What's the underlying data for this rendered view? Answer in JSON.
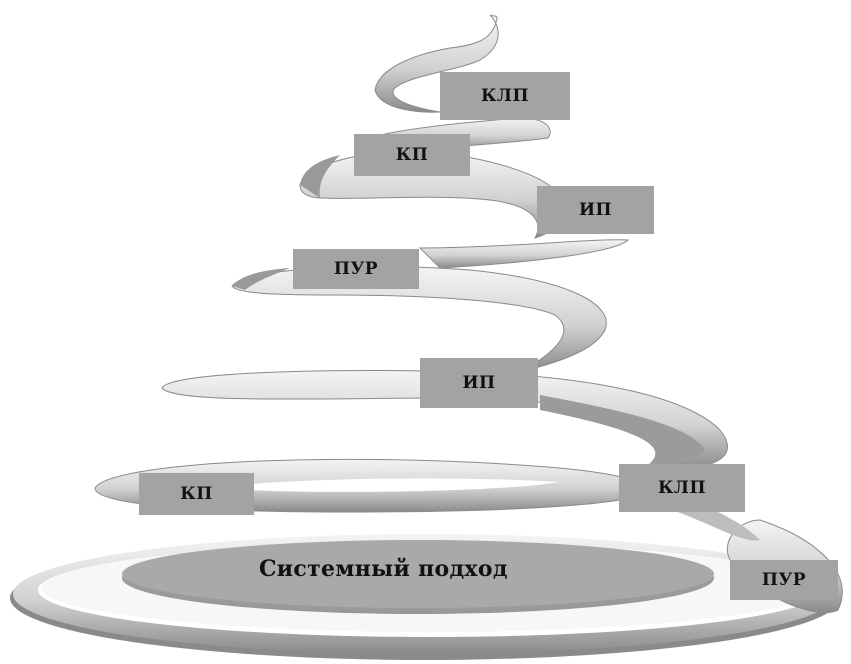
{
  "diagram": {
    "base_label": "Системный подход",
    "labels": [
      "КЛП",
      "КП",
      "ИП",
      "ПУР",
      "ИП",
      "КП",
      "КЛП",
      "ПУР"
    ]
  },
  "colors": {
    "ribbon_light": "#f2f2f2",
    "ribbon_mid": "#c9c9c9",
    "ribbon_dark": "#8f8f8f",
    "base_fill": "#a8a8a8",
    "label_box": "#a3a3a3",
    "text": "#111111"
  }
}
